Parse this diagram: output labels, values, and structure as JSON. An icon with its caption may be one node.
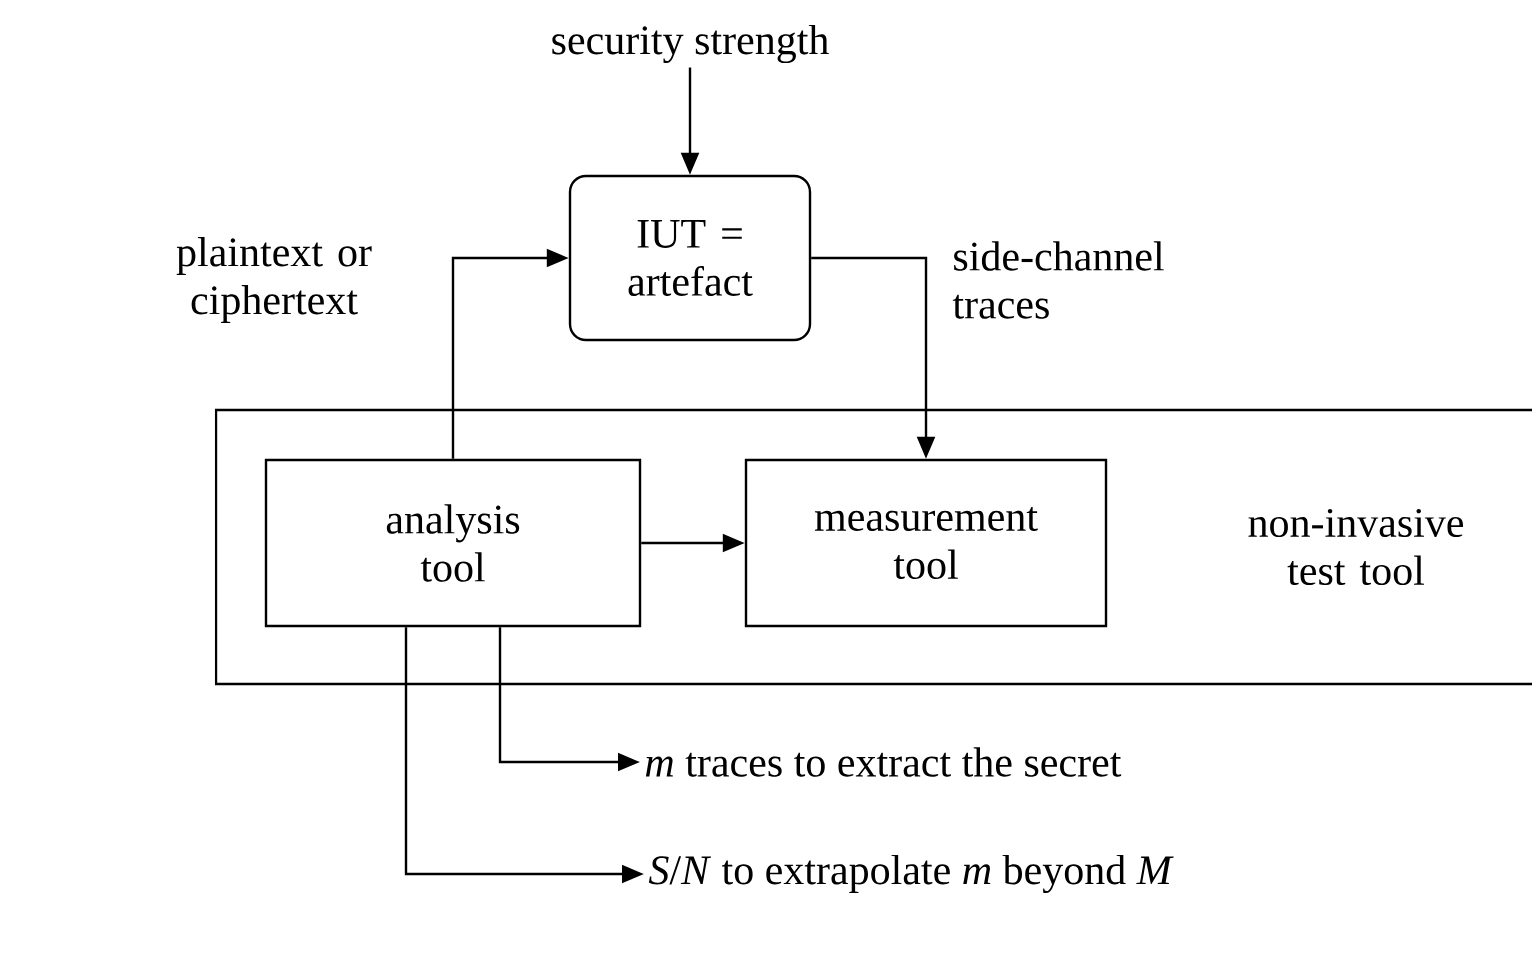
{
  "diagram": {
    "nodes": [
      {
        "text": [
          "security strength"
        ]
      },
      {
        "text": [
          "IUT = artefact"
        ]
      },
      {
        "text": [
          "non-invasive test tool"
        ]
      },
      {
        "text": [
          "analysis tool"
        ],
        "in": 2
      },
      {
        "text": [
          "measurement tool"
        ],
        "in": 2
      },
      {
        "text": [
          "*m* traces to extract the secret"
        ]
      },
      {
        "text": [
          "*S*/*N* to extrapolate *m* beyond *M*"
        ]
      }
    ],
    "edges": [
      {
        "from": 0,
        "to": 1,
        "arrow": "to"
      },
      {
        "from": 3,
        "to": 1,
        "arrow": "to",
        "label": "plaintext or ciphertext"
      },
      {
        "from": 1,
        "to": 4,
        "arrow": "to",
        "label": "side-channel traces"
      },
      {
        "from": 3,
        "to": 4,
        "arrow": "to"
      },
      {
        "from": 3,
        "to": 5,
        "arrow": "to"
      },
      {
        "from": 3,
        "to": 6,
        "arrow": "to"
      }
    ]
  }
}
